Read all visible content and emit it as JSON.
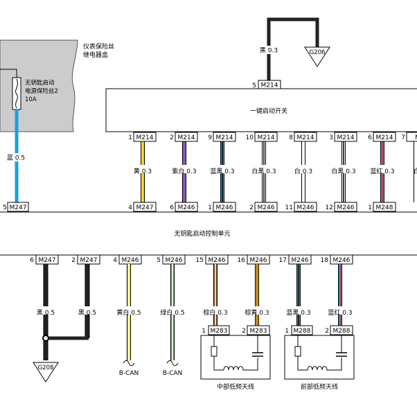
{
  "fuse_box": {
    "title_line1": "仪表保险丝",
    "title_line2": "继电器盒",
    "fuse_line1": "无钥匙启动",
    "fuse_line2": "电源保险丝2",
    "fuse_rating": "10A",
    "wire_label": "蓝 0.5",
    "wire_color": "#13a3e0"
  },
  "ground_top": {
    "wire_label": "黑 0.3",
    "name": "G206",
    "pin": "5",
    "connector": "M214"
  },
  "switch": {
    "name": "一键启动开关"
  },
  "upper_wires": [
    {
      "pin_top": "1",
      "conn_top": "M214",
      "label": "黄 0.3",
      "pin_bot": "4",
      "conn_bot": "M247",
      "color": "#f5d327",
      "stripe": ""
    },
    {
      "pin_top": "2",
      "conn_top": "M214",
      "label": "紫白 0.3",
      "pin_bot": "6",
      "conn_bot": "M246",
      "color": "#8c59b9",
      "stripe": ""
    },
    {
      "pin_top": "9",
      "conn_top": "M214",
      "label": "蓝黑 0.3",
      "pin_bot": "1",
      "conn_bot": "M246",
      "color": "#13a3e0",
      "stripe": "#000000"
    },
    {
      "pin_top": "10",
      "conn_top": "M214",
      "label": "白黑 0.3",
      "pin_bot": "2",
      "conn_bot": "M246",
      "color": "#ffffff",
      "stripe": "#000000"
    },
    {
      "pin_top": "8",
      "conn_top": "M214",
      "label": "白 0.3",
      "pin_bot": "11",
      "conn_bot": "M246",
      "color": "#ffffff",
      "stripe": ""
    },
    {
      "pin_top": "3",
      "conn_top": "M214",
      "label": "白黑 0.3",
      "pin_bot": "12",
      "conn_bot": "M246",
      "color": "#ffffff",
      "stripe": "#000000"
    },
    {
      "pin_top": "6",
      "conn_top": "M214",
      "label": "蓝红 0.3",
      "pin_bot": "1",
      "conn_bot": "M248",
      "color": "#13a3e0",
      "stripe": "#e5242b"
    },
    {
      "pin_top": "7",
      "conn_top": "M",
      "label": "白",
      "pin_bot": "",
      "conn_bot": "",
      "color": "#ffffff",
      "stripe": ""
    }
  ],
  "control_unit": {
    "name": "无钥匙启动控制单元",
    "left_pin": "5",
    "left_connector": "M247"
  },
  "lower_wires": [
    {
      "pin": "6",
      "connector": "M247",
      "label": "黑 0.5",
      "color": "#222222",
      "stripe": ""
    },
    {
      "pin": "2",
      "connector": "M247",
      "label": "黑 0.5",
      "color": "#222222",
      "stripe": ""
    },
    {
      "pin": "4",
      "connector": "M246",
      "label": "黄白 0.5",
      "color": "#f5e600",
      "stripe": "#ffffff"
    },
    {
      "pin": "5",
      "connector": "M246",
      "label": "绿白 0.5",
      "color": "#6cbd2b",
      "stripe": "#ffffff"
    },
    {
      "pin": "15",
      "connector": "M246",
      "label": "棕白 0.3",
      "color": "#8a5a2b",
      "stripe": "#ffffff"
    },
    {
      "pin": "16",
      "connector": "M246",
      "label": "棕黄 0.3",
      "color": "#f5b327",
      "stripe": "#8a5a2b"
    },
    {
      "pin": "17",
      "connector": "M246",
      "label": "蓝黑 0.3",
      "color": "#13a3e0",
      "stripe": "#000000"
    },
    {
      "pin": "18",
      "connector": "M246",
      "label": "蓝红 0.3",
      "color": "#13a3e0",
      "stripe": "#e5242b"
    }
  ],
  "ground_bottom": {
    "name": "G208"
  },
  "bus": {
    "label_1": "B-CAN",
    "label_2": "B-CAN"
  },
  "antennas": [
    {
      "name": "中部低频天线",
      "pin_1": "1",
      "conn_1": "M283",
      "pin_2": "2",
      "conn_2": "M283"
    },
    {
      "name": "前部低频天线",
      "pin_1": "1",
      "conn_1": "M288",
      "pin_2": "2",
      "conn_2": "M288"
    }
  ]
}
